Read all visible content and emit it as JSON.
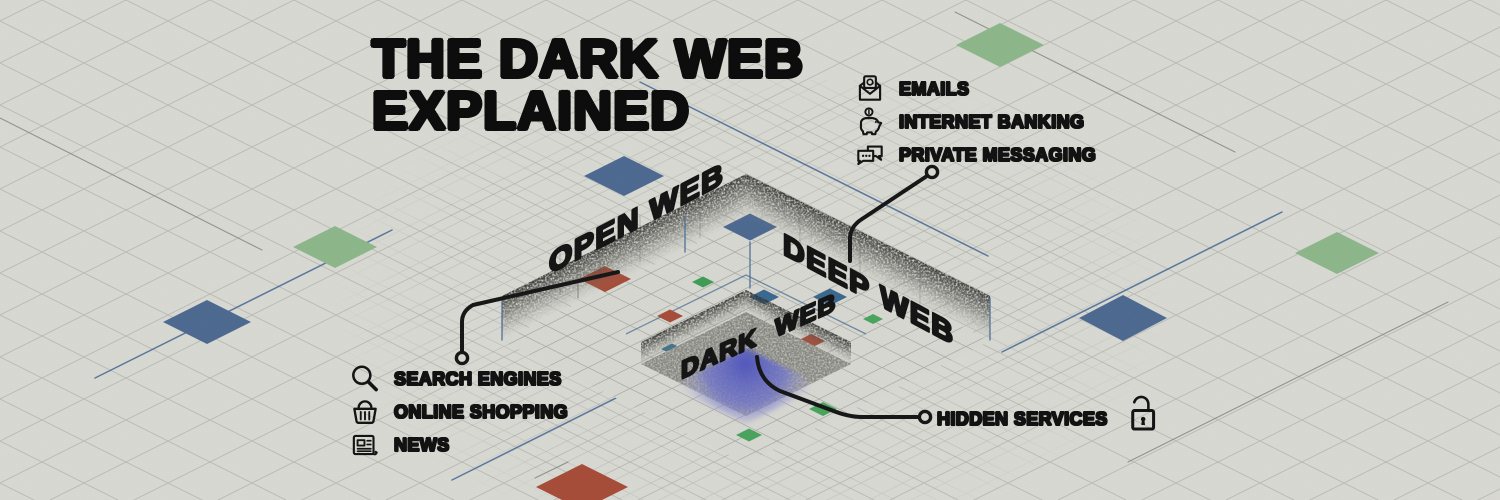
{
  "title": {
    "line1": "THE DARK WEB",
    "line2": "EXPLAINED"
  },
  "diagram": {
    "layers": [
      {
        "id": "open-web",
        "label": "OPEN WEB"
      },
      {
        "id": "deep-web",
        "label": "DEEP WEB"
      },
      {
        "id": "dark-web",
        "label": "DARK WEB"
      }
    ]
  },
  "annotations": {
    "deep_web": {
      "items": [
        {
          "icon": "email-icon",
          "label": "EMAILS"
        },
        {
          "icon": "piggy-bank-icon",
          "label": "INTERNET BANKING"
        },
        {
          "icon": "chat-icon",
          "label": "PRIVATE MESSAGING"
        }
      ]
    },
    "open_web": {
      "items": [
        {
          "icon": "search-icon",
          "label": "SEARCH ENGINES"
        },
        {
          "icon": "basket-icon",
          "label": "ONLINE SHOPPING"
        },
        {
          "icon": "news-icon",
          "label": "NEWS"
        }
      ]
    },
    "dark_web": {
      "items": [
        {
          "icon": "open-lock-icon",
          "label": "HIDDEN SERVICES"
        }
      ]
    }
  },
  "colors": {
    "background": "#d9d9d3",
    "ink": "#121212",
    "accent_blue": "#4b6890",
    "accent_green": "#8cb789",
    "accent_red": "#a64b37",
    "purple_core": "#5056c0",
    "grid_line": "#9e9e98",
    "blue_line": "#4a6e96"
  }
}
